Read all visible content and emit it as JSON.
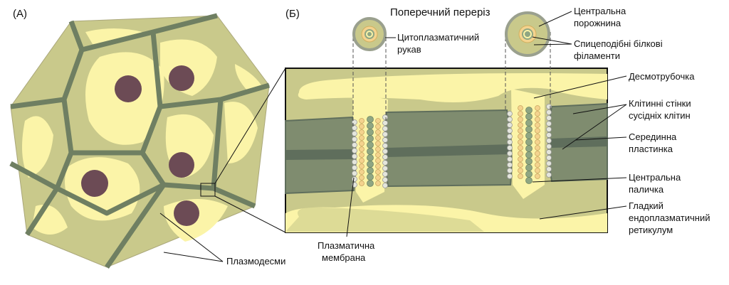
{
  "panel_a": {
    "label": "(A)",
    "plasmodesmata": "Плазмодесми"
  },
  "panel_b": {
    "label": "(Б)",
    "cross_section": "Поперечний переріз",
    "cytoplasmic_sleeve": [
      "Цитоплазматичний",
      "рукав"
    ],
    "central_cavity": [
      "Центральна",
      "порожнина"
    ],
    "spoke_filaments": [
      "Спицеподібні білкові",
      "філаменти"
    ],
    "desmotubule": "Десмотрубочка",
    "cell_walls": [
      "Клітинні стінки",
      "сусідніх клітин"
    ],
    "middle_lamella": [
      "Серединна",
      "пластинка"
    ],
    "central_rod": [
      "Центральна",
      "паличка"
    ],
    "smooth_er": [
      "Гладкий",
      "ендоплазматичний",
      "ретикулум"
    ],
    "plasma_membrane": [
      "Плазматична",
      "мембрана"
    ]
  },
  "colors": {
    "cytoplasm": "#c9c98b",
    "vacuole": "#fbf4a8",
    "wall": "#7f8c6f",
    "lamella": "#5f6e5c",
    "nucleus": "#6c4b55",
    "bead": "#8fa683",
    "orange_bead": "#f4d38e"
  }
}
